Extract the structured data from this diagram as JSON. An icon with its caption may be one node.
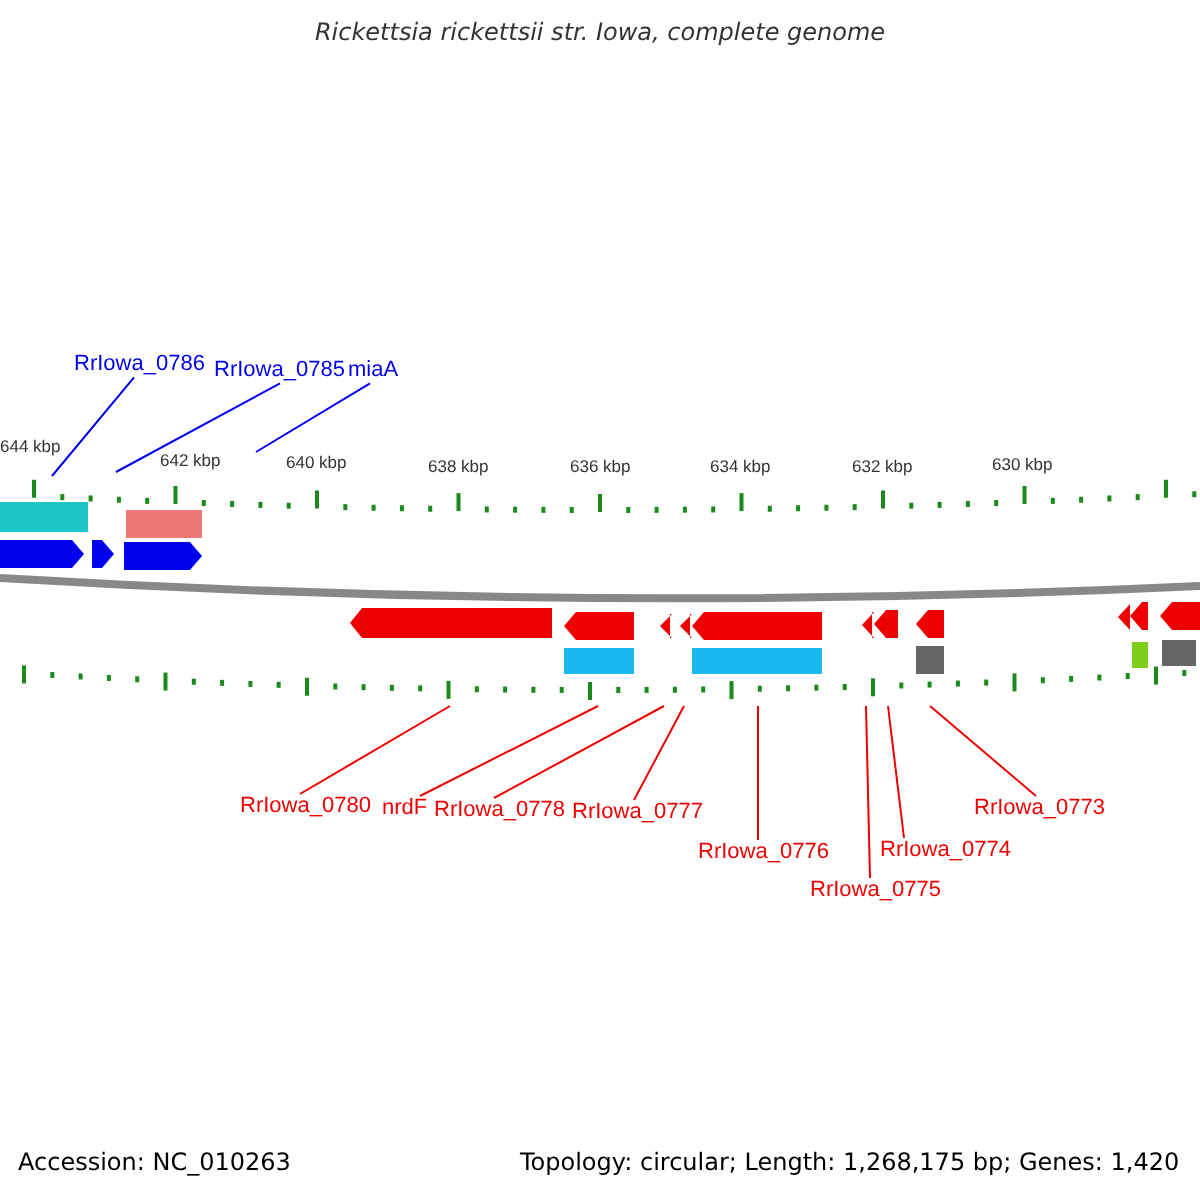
{
  "diagram": {
    "title": "Rickettsia rickettsii str. Iowa, complete genome",
    "nodes": [
      {
        "text": [
          "RrIowa_0786"
        ]
      },
      {
        "text": [
          "RrIowa_0785"
        ]
      },
      {
        "text": [
          "miaA"
        ]
      },
      {
        "text": [
          "RrIowa_0780"
        ]
      },
      {
        "text": [
          "nrdF"
        ]
      },
      {
        "text": [
          "RrIowa_0778"
        ]
      },
      {
        "text": [
          "RrIowa_0777"
        ]
      },
      {
        "text": [
          "RrIowa_0776"
        ]
      },
      {
        "text": [
          "RrIowa_0774"
        ]
      },
      {
        "text": [
          "RrIowa_0775"
        ]
      },
      {
        "text": [
          "RrIowa_0773"
        ]
      }
    ],
    "edges": [
      {
        "from": 0,
        "to": null,
        "arrow": "none",
        "color": "#0000ee"
      },
      {
        "from": 1,
        "to": null,
        "arrow": "none",
        "color": "#0000ee"
      },
      {
        "from": 2,
        "to": null,
        "arrow": "none",
        "color": "#0000ee"
      },
      {
        "from": 3,
        "to": null,
        "arrow": "none"
      },
      {
        "from": 4,
        "to": null,
        "arrow": "none"
      },
      {
        "from": 5,
        "to": null,
        "arrow": "none"
      },
      {
        "from": 6,
        "to": null,
        "arrow": "none"
      },
      {
        "from": 7,
        "to": null,
        "arrow": "none"
      },
      {
        "from": 8,
        "to": null,
        "arrow": "none"
      },
      {
        "from": 9,
        "to": null,
        "arrow": "none"
      },
      {
        "from": 10,
        "to": null,
        "arrow": "none"
      }
    ],
    "labels": [
      "644 kbp",
      "642 kbp",
      "640 kbp",
      "638 kbp",
      "636 kbp",
      "634 kbp",
      "632 kbp",
      "630 kbp",
      "Accession: NC_010263",
      "Topology: circular; Length: 1,268,175 bp; Genes: 1,420"
    ]
  }
}
